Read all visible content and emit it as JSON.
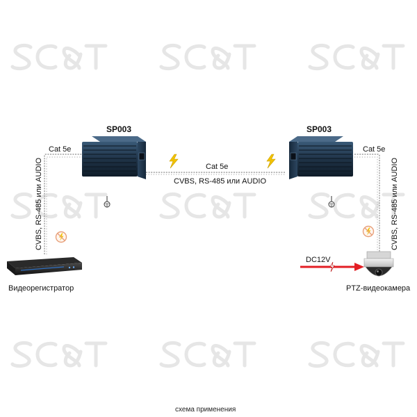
{
  "watermark": "SC&T",
  "devices": {
    "left_unit": "SP003",
    "right_unit": "SP003",
    "recorder": "Видеорегистратор",
    "camera": "PTZ-видеокамера"
  },
  "cables": {
    "left_type": "Cat 5e",
    "right_type": "Cat 5e",
    "middle_type": "Cat 5e",
    "middle_signal": "CVBS, RS-485 или AUDIO",
    "left_signal": "CVBS, RS-485 или AUDIO",
    "right_signal": "CVBS, RS-485 или AUDIO"
  },
  "power": {
    "label": "DC12V"
  },
  "caption": "схема применения",
  "colors": {
    "lightning": "#f2c200",
    "power_arrow": "#e31e24",
    "unit_body": "#1f3347",
    "no_lightning_ring": "#e8a07a"
  },
  "icons": [
    "lightning-icon",
    "ground-icon",
    "no-lightning-icon",
    "power-arrow-icon"
  ]
}
